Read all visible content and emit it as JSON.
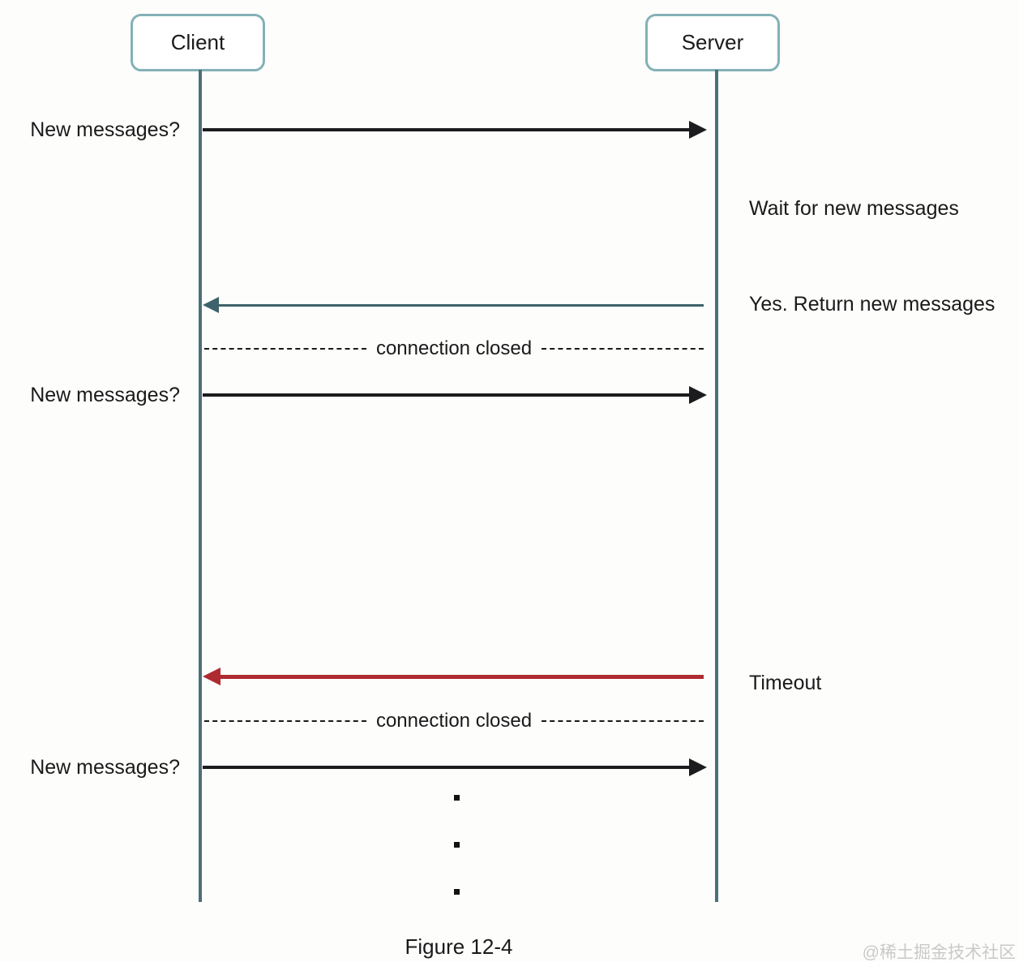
{
  "theme": {
    "background": "#fdfdfc",
    "text": "#1a1a1a",
    "lifeline": "#4a7179",
    "actor-border": "#83b1b6",
    "arrow-black": "#1c1c1e",
    "arrow-return": "#3d626b",
    "arrow-red": "#ae2b31",
    "watermark": "#c9c9c9"
  },
  "diagram": {
    "actors": [
      {
        "name": "Client"
      },
      {
        "name": "Server"
      }
    ],
    "messages": [
      {
        "label": "New messages?",
        "from": "Client",
        "to": "Server",
        "kind": "solid-black-arrow"
      },
      {
        "label": "Wait for new messages",
        "kind": "server-annotation"
      },
      {
        "label": "Yes. Return new messages",
        "from": "Server",
        "to": "Client",
        "kind": "solid-teal-arrow"
      },
      {
        "label": "connection closed",
        "kind": "dashed-divider"
      },
      {
        "label": "New messages?",
        "from": "Client",
        "to": "Server",
        "kind": "solid-black-arrow"
      },
      {
        "label": "Timeout",
        "from": "Server",
        "to": "Client",
        "kind": "solid-red-arrow"
      },
      {
        "label": "connection closed",
        "kind": "dashed-divider"
      },
      {
        "label": "New messages?",
        "from": "Client",
        "to": "Server",
        "kind": "solid-black-arrow"
      }
    ],
    "continuation_dots": 3,
    "caption": "Figure 12-4",
    "watermark": "@稀土掘金技术社区"
  }
}
